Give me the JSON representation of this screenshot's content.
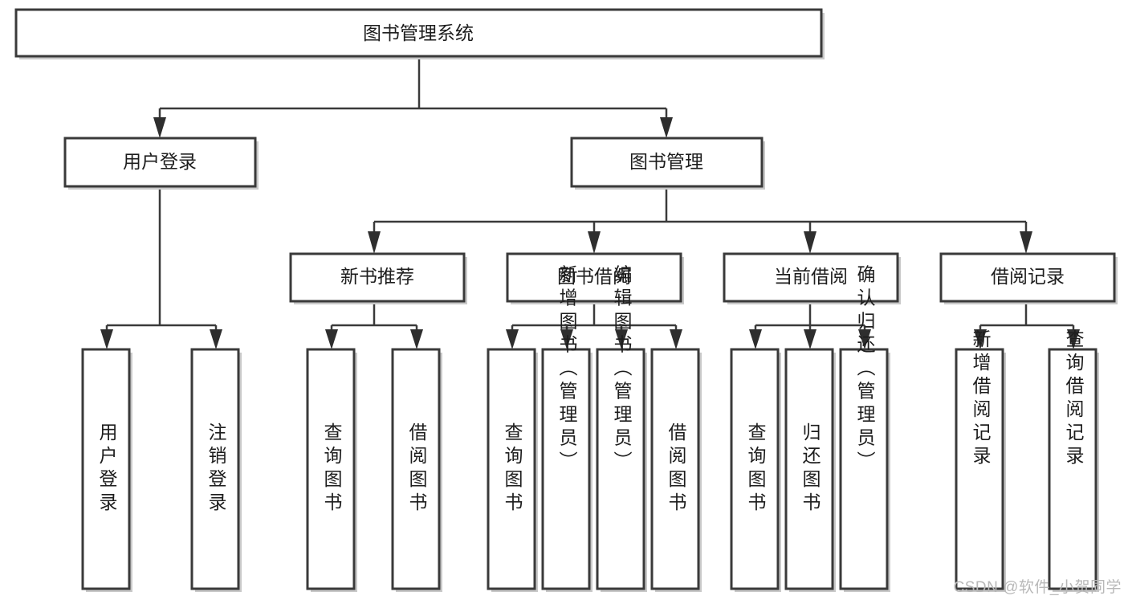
{
  "diagram": {
    "type": "tree",
    "title": "图书管理系统",
    "watermark": "CSDN @软件_小贺同学",
    "colors": {
      "box_fill": "#ffffff",
      "box_stroke": "#3a3a3a",
      "text": "#1d1d1d",
      "shadow": "#c9c9c9",
      "watermark": "#b8b8b8",
      "background": "#ffffff"
    },
    "root": {
      "id": "root",
      "label": "图书管理系统"
    },
    "level2": [
      {
        "id": "user-login",
        "label": "用户登录"
      },
      {
        "id": "book-management",
        "label": "图书管理"
      }
    ],
    "level3": [
      {
        "id": "new-book-recommend",
        "label": "新书推荐",
        "parent": "book-management"
      },
      {
        "id": "book-borrow",
        "label": "图书借阅",
        "parent": "book-management"
      },
      {
        "id": "current-borrow",
        "label": "当前借阅",
        "parent": "book-management"
      },
      {
        "id": "borrow-record",
        "label": "借阅记录",
        "parent": "book-management"
      }
    ],
    "leaves": [
      {
        "id": "leaf-user-login",
        "label": "用户登录",
        "parent": "user-login"
      },
      {
        "id": "leaf-logout-login",
        "label": "注销登录",
        "parent": "user-login"
      },
      {
        "id": "leaf-query-book-1",
        "label": "查询图书",
        "parent": "new-book-recommend"
      },
      {
        "id": "leaf-borrow-book-1",
        "label": "借阅图书",
        "parent": "new-book-recommend"
      },
      {
        "id": "leaf-query-book-2",
        "label": "查询图书",
        "parent": "book-borrow"
      },
      {
        "id": "leaf-add-book",
        "label": "新增图书（管理员）",
        "parent": "book-borrow"
      },
      {
        "id": "leaf-edit-book",
        "label": "编辑图书（管理员）",
        "parent": "book-borrow"
      },
      {
        "id": "leaf-borrow-book-2",
        "label": "借阅图书",
        "parent": "book-borrow"
      },
      {
        "id": "leaf-query-book-3",
        "label": "查询图书",
        "parent": "current-borrow"
      },
      {
        "id": "leaf-return-book",
        "label": "归还图书",
        "parent": "current-borrow"
      },
      {
        "id": "leaf-confirm-return",
        "label": "确认归还（管理员）",
        "parent": "current-borrow"
      },
      {
        "id": "leaf-add-record",
        "label": "新增借阅记录",
        "parent": "borrow-record"
      },
      {
        "id": "leaf-query-record",
        "label": "查询借阅记录",
        "parent": "borrow-record"
      }
    ]
  }
}
